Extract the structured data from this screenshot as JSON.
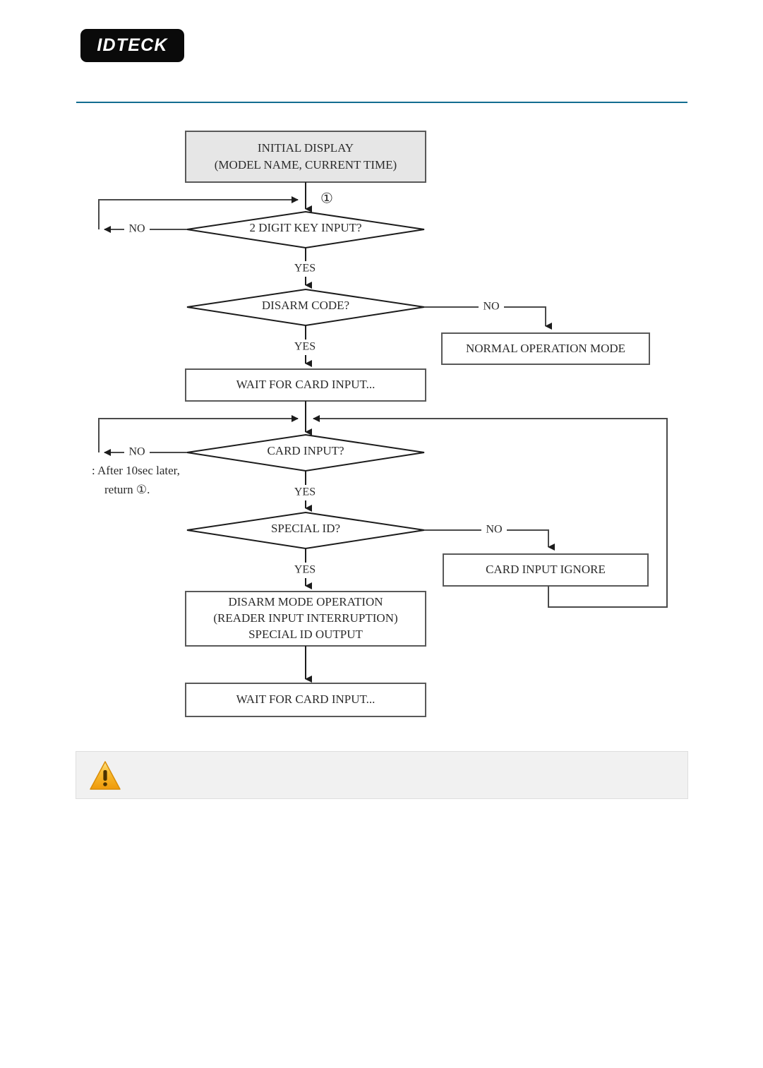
{
  "brand": {
    "logo_text": "IDTECK",
    "rule_color": "#126d90"
  },
  "flowchart": {
    "title": "Disarm mode operation flow",
    "nodes": {
      "initial_display_line1": "INITIAL DISPLAY",
      "initial_display_line2": "(MODEL NAME, CURRENT TIME)",
      "two_digit_key_input": "2 DIGIT KEY INPUT?",
      "disarm_code": "DISARM CODE?",
      "normal_operation_mode": "NORMAL OPERATION MODE",
      "wait_for_card_input_1": "WAIT FOR CARD INPUT...",
      "card_input": "CARD INPUT?",
      "special_id": "SPECIAL ID?",
      "card_input_ignore": "CARD INPUT IGNORE",
      "disarm_mode_line1": "DISARM MODE OPERATION",
      "disarm_mode_line2": "(READER INPUT INTERRUPTION)",
      "disarm_mode_line3": "SPECIAL ID OUTPUT",
      "wait_for_card_input_2": "WAIT FOR CARD INPUT..."
    },
    "edge_labels": {
      "no_key_input": "NO",
      "yes_key_input": "YES",
      "no_disarm_code": "NO",
      "yes_disarm_code": "YES",
      "no_card_input": "NO",
      "yes_card_input": "YES",
      "no_special_id": "NO",
      "yes_special_id": "YES"
    },
    "markers": {
      "return_point": "①"
    },
    "note": {
      "line1": ": After 10sec later,",
      "line2": "return ①."
    },
    "colors": {
      "shaded_node_fill": "#e6e6e6",
      "node_stroke": "#595959",
      "connector": "#4a4a4a"
    }
  },
  "warning": {
    "icon": "warning-triangle-icon",
    "text": "",
    "panel_color": "#f1f1f1",
    "icon_color": "#f5a623"
  }
}
